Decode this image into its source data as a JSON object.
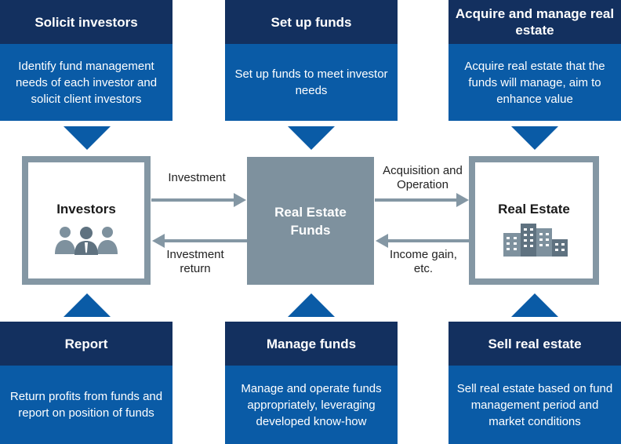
{
  "top_cards": [
    {
      "title": "Solicit investors",
      "text": "Identify fund management needs of each investor and solicit client investors"
    },
    {
      "title": "Set up funds",
      "text": "Set up funds to meet investor needs"
    },
    {
      "title": "Acquire and manage real estate",
      "text": "Acquire real estate that the funds will manage, aim to enhance value"
    }
  ],
  "bottom_cards": [
    {
      "title": "Report",
      "text": "Return profits from funds and report on position of funds"
    },
    {
      "title": "Manage funds",
      "text": "Manage and operate funds appropriately, leveraging developed know-how"
    },
    {
      "title": "Sell real estate",
      "text": "Sell real estate based on fund management period and market conditions"
    }
  ],
  "investors": {
    "label": "Investors",
    "icon": "people-icon"
  },
  "funds": {
    "label": "Real Estate Funds"
  },
  "real_estate": {
    "label": "Real Estate",
    "icon": "buildings-icon"
  },
  "flows": {
    "investment": "Investment",
    "investment_return": "Investment return",
    "acquisition": "Acquisition and Operation",
    "income": "Income gain, etc."
  },
  "colors": {
    "dark_navy": "#13305f",
    "blue": "#0a5ba6",
    "gray": "#8497a4",
    "fund_gray": "#7e919e"
  }
}
